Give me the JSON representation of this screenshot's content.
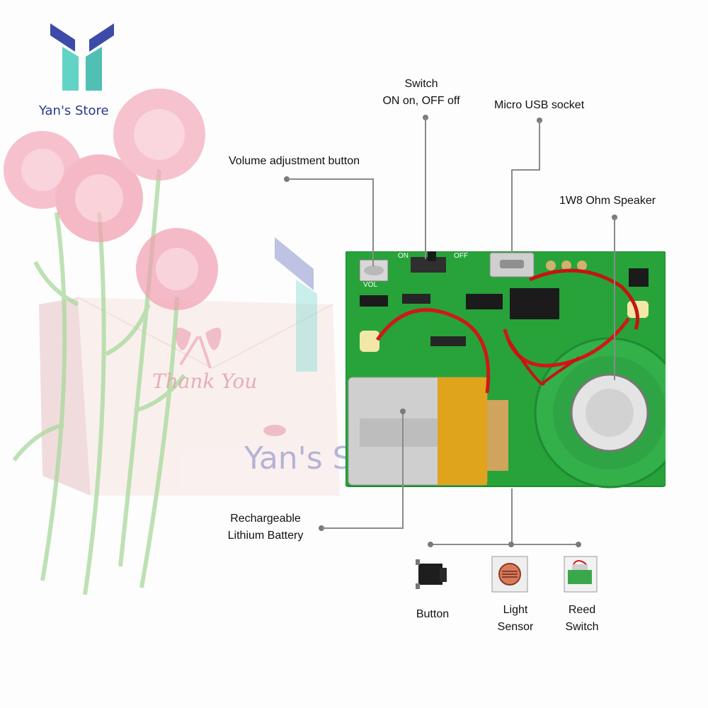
{
  "brand": {
    "name": "Yan's Store",
    "watermark": "Yan's Store",
    "colors": {
      "logo_blue": "#3d4aa8",
      "logo_teal": "#5fd1c4"
    }
  },
  "background": {
    "card_text": "Thank You",
    "colors": {
      "carnation": "#f2a3b3",
      "stem": "#9cd08f",
      "card": "#f6e6e2"
    }
  },
  "board": {
    "silkscreen_vol": "VOL",
    "silkscreen_off": "OFF",
    "silkscreen_on": "ON",
    "colors": {
      "pcb": "#2aa43c",
      "speaker": "#35b04a",
      "battery": "#c9c9c9",
      "wire": "#d01818"
    }
  },
  "callouts": {
    "volume": "Volume adjustment button",
    "switch_line1": "Switch",
    "switch_line2": "ON on, OFF off",
    "usb": "Micro USB socket",
    "speaker": "1W8 Ohm Speaker",
    "battery_line1": "Rechargeable",
    "battery_line2": "Lithium Battery"
  },
  "triggers": [
    {
      "id": "button",
      "label_lines": [
        "Button"
      ],
      "icon": "push-button-icon"
    },
    {
      "id": "light",
      "label_lines": [
        "Light",
        "Sensor"
      ],
      "icon": "light-sensor-icon"
    },
    {
      "id": "reed",
      "label_lines": [
        "Reed",
        "Switch"
      ],
      "icon": "reed-switch-icon"
    }
  ]
}
